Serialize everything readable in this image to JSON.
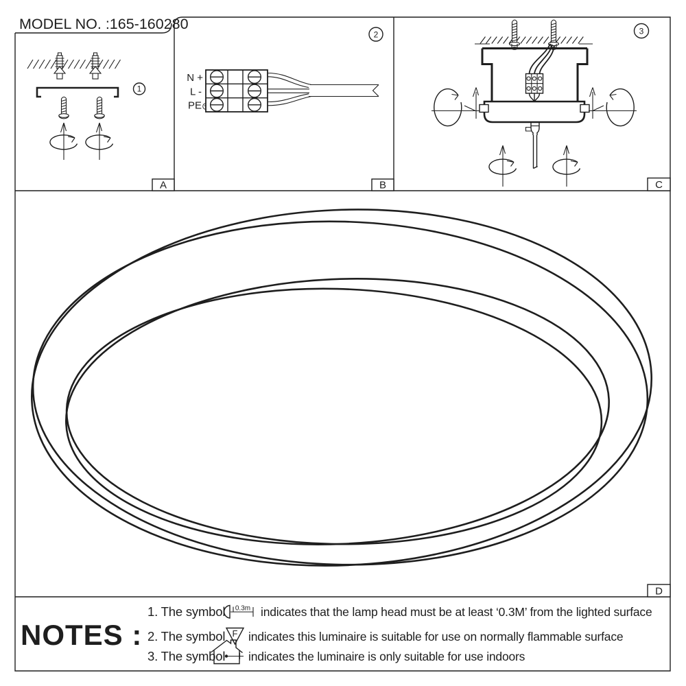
{
  "page": {
    "background": "#ffffff",
    "ink": "#1e1e1e"
  },
  "header": {
    "model_label": "MODEL NO. :165-160280"
  },
  "panel_a": {
    "step": "1",
    "tag": "A"
  },
  "panel_b": {
    "step": "2",
    "tag": "B",
    "terminals": {
      "neutral": "N +",
      "live": "L -",
      "earth": "PE"
    }
  },
  "panel_c": {
    "step": "3",
    "tag": "C"
  },
  "panel_d": {
    "tag": "D"
  },
  "notes": {
    "title": "NOTES :",
    "item1": {
      "prefix": "1. The symbol",
      "symbol_label": "0.3m",
      "text": "indicates that the lamp head must be at least ‘0.3M’ from the lighted surface"
    },
    "item2": {
      "prefix": "2. The symbol",
      "symbol_label": "F",
      "text": "indicates this luminaire is suitable for use on normally flammable surface"
    },
    "item3": {
      "prefix": "3. The symbol",
      "text": "indicates the luminaire is only suitable for use indoors"
    }
  }
}
